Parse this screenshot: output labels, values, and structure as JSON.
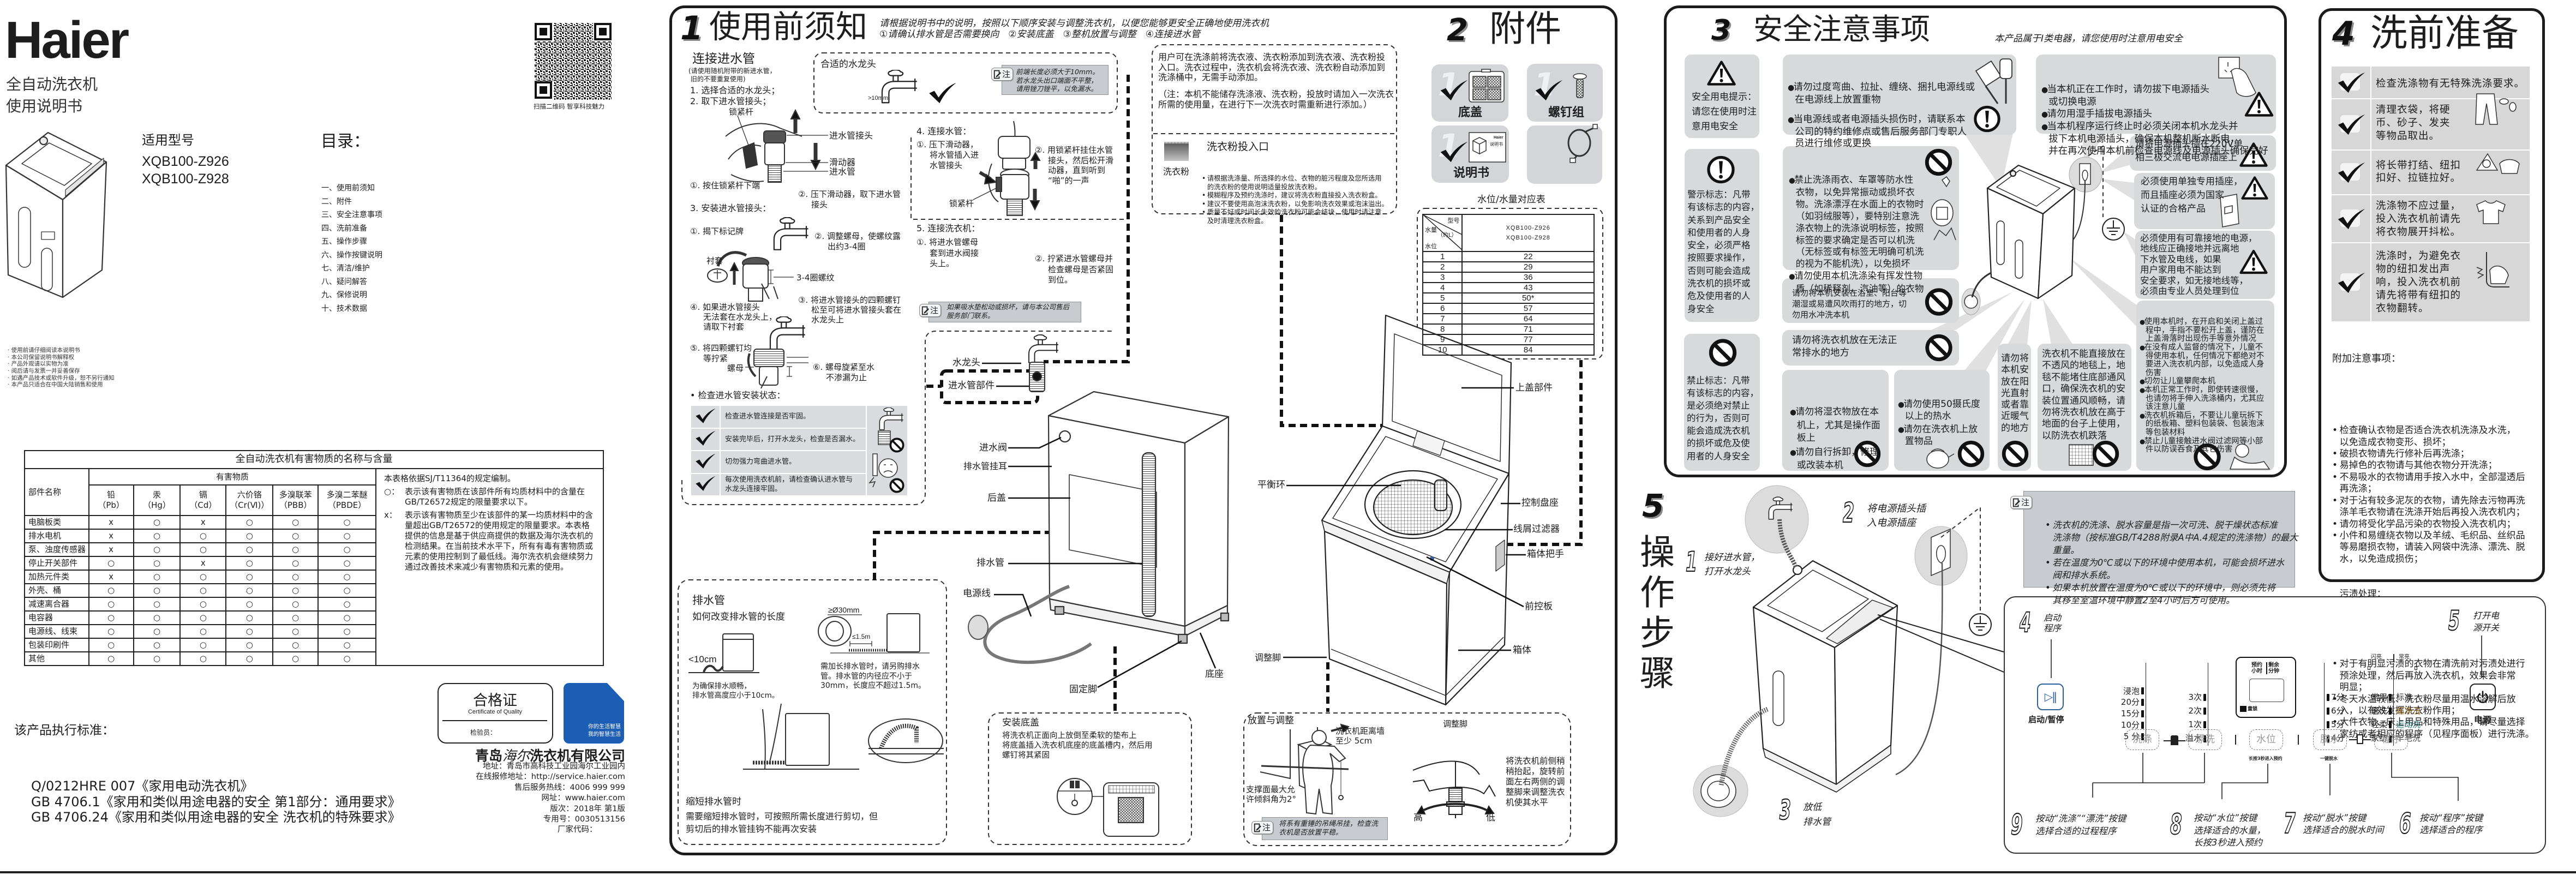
{
  "cover": {
    "brand": "Haier",
    "product_type": "全自动洗衣机",
    "doc_title": "使用说明书",
    "qr_caption": "扫描二维码 智享科技魅力",
    "models_label": "适用型号",
    "models": [
      "XQB100-Z926",
      "XQB100-Z928"
    ],
    "toc_title": "目录：",
    "toc": [
      "一、使用前须知",
      "二、附件",
      "三、安全注意事项",
      "四、洗前准备",
      "五、操作步骤",
      "六、操作按键说明",
      "七、清洁/维护",
      "八、疑问解答",
      "九、保修说明",
      "十、技术数据"
    ],
    "notes": [
      "· 使用前请仔细阅读本说明书",
      "· 本公司保留说明书解释权",
      "· 产品外观请以实物为准",
      "· 阅后请与发票一并妥善保存",
      "· 如遇产品技术或软件升级，恕不另行通知",
      "· 本产品只适合在中国大陆销售和使用"
    ]
  },
  "hazard_table": {
    "title": "全自动洗衣机有害物质的名称与含量",
    "part_header": "部件名称",
    "substance_header": "有害物质",
    "substances": [
      {
        "name": "铅",
        "symbol": "（Pb）"
      },
      {
        "name": "汞",
        "symbol": "（Hg）"
      },
      {
        "name": "镉",
        "symbol": "（Cd）"
      },
      {
        "name": "六价铬",
        "symbol": "（Cr(Ⅵ)）"
      },
      {
        "name": "多溴联苯",
        "symbol": "（PBB）"
      },
      {
        "name": "多溴二苯醚",
        "symbol": "（PBDE）"
      }
    ],
    "rows": [
      {
        "part": "电脑板类",
        "values": [
          "x",
          "○",
          "x",
          "○",
          "○",
          "○"
        ]
      },
      {
        "part": "排水电机",
        "values": [
          "x",
          "○",
          "○",
          "○",
          "○",
          "○"
        ]
      },
      {
        "part": "泵、浊度传感器",
        "values": [
          "x",
          "○",
          "○",
          "○",
          "○",
          "○"
        ]
      },
      {
        "part": "停止开关部件",
        "values": [
          "○",
          "○",
          "x",
          "○",
          "○",
          "○"
        ]
      },
      {
        "part": "加热元件类",
        "values": [
          "x",
          "○",
          "○",
          "○",
          "○",
          "○"
        ]
      },
      {
        "part": "外壳、桶",
        "values": [
          "○",
          "○",
          "○",
          "○",
          "○",
          "○"
        ]
      },
      {
        "part": "减速离合器",
        "values": [
          "○",
          "○",
          "○",
          "○",
          "○",
          "○"
        ]
      },
      {
        "part": "电容器",
        "values": [
          "○",
          "○",
          "○",
          "○",
          "○",
          "○"
        ]
      },
      {
        "part": "电源线、线束",
        "values": [
          "○",
          "○",
          "○",
          "○",
          "○",
          "○"
        ]
      },
      {
        "part": "包装印刷件",
        "values": [
          "○",
          "○",
          "○",
          "○",
          "○",
          "○"
        ]
      },
      {
        "part": "其他",
        "values": [
          "○",
          "○",
          "○",
          "○",
          "○",
          "○"
        ]
      }
    ],
    "basis": "本表格依据SJ/T11364的规定编制。",
    "legend": [
      {
        "mark": "○：",
        "text": "表示该有害物质在该部件所有均质材料中的含量在GB/T26572规定的限量要求以下。"
      },
      {
        "mark": "x：",
        "text": "表示该有害物质至少在该部件的某一均质材料中的含量超出GB/T26572的使用规定的限量要求。本表格提供的信息是基于供应商提供的数据及海尔洗衣机的检测结果。在当前技术水平下，所有有毒有害物质或元素的使用控制到了最低线。海尔洗衣机会继续努力通过改善技术来减少有害物质和元素的使用。"
      }
    ]
  },
  "standards": {
    "title": "该产品执行标准：",
    "items": [
      "Q/0212HRE 007《家用电动洗衣机》",
      "GB 4706.1《家用和类似用途电器的安全 第1部分：通用要求》",
      "GB 4706.24《家用和类似用途电器的安全 洗衣机的特殊要求》"
    ]
  },
  "certificate": {
    "title": "合格证",
    "subtitle": "Certificate of Quality",
    "inspector_label": "检验员："
  },
  "slogan": [
    "你的生活智慧",
    "我的智慧生活"
  ],
  "company": {
    "name_prefix": "青岛",
    "name_brand": "海尔",
    "name_suffix": "洗衣机有限公司",
    "address": "地址：青岛市高科技工业园海尔工业园内",
    "repair_url": "在线报修地址：http://service.haier.com",
    "hotline": "售后服务热线：4006 999 999",
    "website": "网址：www.haier.com",
    "edition": "版次：2018年 第1版",
    "doc_number": "专用号：0030513156",
    "factory_code": "厂家代码："
  },
  "section1": {
    "number": "1",
    "title": "使用前须知",
    "intro": [
      "请根据说明书中的说明，按照以下顺序安装与调整洗衣机，以便您能够更安全正确地使用洗衣机",
      "①请确认排水管是否需要换向　②安装底盖　③整机放置与调整　④连接进水管"
    ],
    "note_label": "注",
    "inlet": {
      "title": "连接进水管",
      "subtitle": [
        "(请使用随机附带的新进水管，",
        " 旧的不要重复使用)"
      ],
      "step1": "1. 选择合适的水龙头；",
      "step2": "2. 取下进水管接头；",
      "lock_lever": "锁紧杆",
      "connector": "进水管接头",
      "slider": "滑动器",
      "hose": "进水管",
      "step2_a": "①. 按住锁紧杆下端",
      "step2_b": [
        "②. 压下滑动器，取下进水管",
        "接头"
      ],
      "step3": "3. 安装进水管接头：",
      "step3_a": "①. 揭下标记牌",
      "step3_b": [
        "②. 调整螺母，使螺纹露",
        "出约3-4圈"
      ],
      "bushing": "衬套",
      "thread_turns": "3-4圈螺纹",
      "step3_c": [
        "③. 将进水管接头的四颗螺钉",
        "松至可将进水管接头套在",
        "水龙头上"
      ],
      "step3_d": [
        "④. 如果进水管接头",
        "无法套在水龙头上，",
        "请取下衬套"
      ],
      "step3_e": [
        "⑤. 将四颗螺钉均",
        "等拧紧"
      ],
      "nut": "螺母",
      "step3_f": [
        "⑥. 螺母旋紧至水",
        "不渗漏为止"
      ],
      "check_title": "• 检查进水管安装状态：",
      "checks": [
        "检查进水管连接是否牢固。",
        "安装完毕后，打开水龙头，检查是否漏水。",
        "切勿强力弯曲进水管。",
        [
          "每次使用洗衣机前，请检查确认进水管与",
          "水龙头连接牢固。"
        ]
      ]
    },
    "faucet": {
      "title": "合适的水龙头",
      "dimension": ">10mm",
      "note": [
        "前端长度必须大于10mm。",
        "若水龙头出口端面不平整，",
        "请用锉刀锉平，以免漏水。"
      ]
    },
    "connect_hose": {
      "title": "4. 连接水管：",
      "a": [
        "①. 压下滑动器，",
        "将水管插入进",
        "水管接头"
      ],
      "b": [
        "②. 用锁紧杆挂住水管",
        "接头，然后松开滑",
        "动器，直到听到",
        "“啪”的一声"
      ],
      "lock_lever": "锁紧杆"
    },
    "connect_machine": {
      "title": "5. 连接洗衣机：",
      "a": [
        "①. 将进水管螺母",
        "套到进水阀接",
        "头上。"
      ],
      "b": [
        "②. 拧紧进水管螺母并",
        "检查螺母是否紧固",
        "到位。"
      ],
      "note": [
        "如果吸水垫松动或损坏，请与本公司售后",
        "服务部门联系。"
      ],
      "tap": "水龙头",
      "hose_assembly": "进水管部件"
    },
    "detergent": {
      "intro": [
        "用户可在洗涤前将洗衣液、洗衣粉添加到洗衣液、洗衣粉投",
        "入口。洗衣过程中，洗衣机会将洗衣液、洗衣粉自动添加到",
        "洗涤桶中，无需手动添加。"
      ],
      "note": [
        "（注：本机不能储存洗涤液、洗衣粉，投放时请加入一次洗衣",
        "所需的使用量，在进行下一次洗衣时需重新进行添加。）"
      ],
      "icon_label": "洗衣粉",
      "title": "洗衣粉投入口",
      "bullets": [
        [
          "请根据洗涤量、所选择的水位、衣物的脏污程度及您所选用",
          "的洗衣粉的使用说明适量投放洗衣粉。"
        ],
        [
          "模糊程序及预约洗涤时，建议将洗衣粉直接投入洗衣粉盒。"
        ],
        [
          "建议不要使用高泡沫洗衣粉，以免影响洗衣效果或泡沫溢出。"
        ],
        [
          "质量不好或时间长失效的洗衣粉可能会结块，使用时请注意",
          "及时清理洗衣粉盒。"
        ]
      ]
    },
    "rear_labels": {
      "inlet_valve": "进水阀",
      "drain_hook": "排水管挂耳",
      "rear_cover": "后盖",
      "drain_hose": "排水管",
      "power_cord": "电源线",
      "base": "底座",
      "fixed_foot": "固定脚"
    },
    "front_labels": {
      "lid": "上盖部件",
      "balance_ring": "平衡环",
      "control_seat": "控制盘座",
      "lint_filter": "线屑过滤器",
      "handle": "箱体把手",
      "front_panel": "前控板",
      "cabinet": "箱体",
      "adjust_foot": "调整脚"
    },
    "drain": {
      "title": "排水管",
      "subtitle": "如何改变排水管的长度",
      "height_limit": "<10cm",
      "height_note": [
        "为确保排水顺畅，",
        "排水管高度应小于10cm。"
      ],
      "diameter": "≥Ø30mm",
      "length_limit": "≤1.5m",
      "extend_note": [
        "需加长排水管时，请另购排水",
        "管。排水管的内径应不小于",
        "30mm，长度应不超过1.5m。"
      ],
      "shorten_title": "缩短排水管时",
      "shorten_note": [
        "需要缩短排水管时，可按照所需长度进行剪切，但",
        "剪切后的排水管挂钩不能再次安装"
      ]
    },
    "bottom_cover": {
      "title": "安装底盖",
      "lines": [
        "将洗衣机正面向上放倒至柔软的垫布上",
        "将底盖插入洗衣机底座的底盖槽内，然后用",
        "螺钉将其紧固"
      ]
    },
    "placement": {
      "title": "放置与调整",
      "wall_gap": [
        "洗衣机距离墙",
        "至少 5cm"
      ],
      "tilt": [
        "支撑面最大允",
        "许倾斜角为2°"
      ],
      "note": [
        "将系有重锤的吊绳吊挂，检查洗",
        "衣机是否放置平稳。"
      ],
      "foot_label": "调整脚",
      "high": "高",
      "low": "低",
      "instructions": [
        "将洗衣机前侧稍",
        "稍抬起，旋转前",
        "面左右两侧的调",
        "整脚来调整洗衣",
        "机使其水平"
      ]
    }
  },
  "section2": {
    "number": "2",
    "title": "附件",
    "accessories": [
      {
        "name": "底盖",
        "qty": "1"
      },
      {
        "name": "螺钉组",
        "qty": "1"
      },
      {
        "name": "说明书",
        "qty": "1"
      }
    ],
    "manual_cover": {
      "brand": "Haier",
      "label": "说明书"
    },
    "water_table": {
      "title": "水位/水量对应表",
      "header_model": "型号",
      "header_volume": "水量",
      "header_unit": "（约L）",
      "header_level": "水位",
      "models": [
        "XQB100-Z926",
        "XQB100-Z928"
      ],
      "rows": [
        {
          "level": "1",
          "volume": "22"
        },
        {
          "level": "2",
          "volume": "29"
        },
        {
          "level": "3",
          "volume": "36"
        },
        {
          "level": "4",
          "volume": "43"
        },
        {
          "level": "5",
          "volume": "50*"
        },
        {
          "level": "6",
          "volume": "57"
        },
        {
          "level": "7",
          "volume": "64"
        },
        {
          "level": "8",
          "volume": "71"
        },
        {
          "level": "9",
          "volume": "77"
        },
        {
          "level": "10",
          "volume": "84"
        }
      ]
    }
  },
  "section3": {
    "number": "3",
    "title": "安全注意事项",
    "subtitle": "本产品属于Ⅰ类电器，请您使用时注意用电安全",
    "legend_warning": [
      "安全用电提示：",
      "请您在使用时注",
      "意用电安全"
    ],
    "legend_caution": [
      "警示标志：凡带",
      "有该标志的内容，",
      "关系到产品安全",
      "和使用者的人身",
      "安全，必须严格",
      "按照要求操作，",
      "否则可能会造成",
      "洗衣机的损坏或",
      "危及使用者的人",
      "身安全"
    ],
    "legend_prohibited": [
      "禁止标志：凡带",
      "有该标志的内容，",
      "是必须绝对禁止",
      "的行为，否则可",
      "能会造成洗衣机",
      "的损坏或危及使",
      "用者的人身安全"
    ],
    "power_cord": [
      [
        "请勿过度弯曲、拉扯、缠绕、捆扎电源线或",
        "在电源线上放置重物"
      ],
      [
        "当电源线或者电源插头损伤时，请联系本",
        "公司的特约维修点或售后服务部门专职人",
        "员进行维修或更换"
      ]
    ],
    "unplugging": [
      [
        "当本机正在工作时，请勿拔下电源插头",
        "或切换电源"
      ],
      [
        "请勿用湿手插拔电源插头"
      ],
      [
        "当本机程序运行终止时必须关闭本机水龙头并",
        "拔下本机电源插头，确保本机整机断水断电，",
        "并在再次使用本机前检查电源线及电源插头确保完好"
      ]
    ],
    "socket_220v": [
      "请将电源插头插在220V单",
      "相三极交流电电源插座上"
    ],
    "dedicated_socket": [
      "必须使用单独专用插座，",
      "而且插座必须为国家",
      "认证的合格产品"
    ],
    "grounding": [
      "必须使用有可靠接地的电源，",
      "地线应正确接地并远离地",
      "下水管及电线，如果",
      "用户家用电不能达到",
      "安全要求，如无接地线等，",
      "必须由专业人员处理到位"
    ],
    "waterproof": [
      [
        "禁止洗涤雨衣、车罩等防水性",
        "衣物，以免异常振动或损坏衣",
        "物。洗涤漂浮在水面上的衣物时",
        "（如羽绒服等），要特别注意洗",
        "涤衣物上的洗涤说明标签，按照",
        "标签的要求确定是否可以机洗",
        "（无标签或有标签无明确可机洗",
        "的视为不能机洗），以免损坏"
      ],
      [
        "请勿使用本机洗涤染有挥发性物",
        "质（如稀释剂、汽油等）的衣物"
      ]
    ],
    "bathroom": [
      "请勿将本机安装在浴室、阳台等",
      "潮湿或易遭风吹雨打的地方，切",
      "勿用水冲洗本机"
    ],
    "drainage": [
      "请勿将洗衣机放在无法正",
      "常排水的地方"
    ],
    "wet_clothes": [
      [
        "请勿将湿衣物放在本",
        "机上，尤其是操作面",
        "板上"
      ],
      [
        "请勿自行拆卸，修理",
        "或改装本机"
      ]
    ],
    "hot_water": [
      [
        "请勿使用50摄氏度",
        "以上的热水"
      ],
      [
        "请勿在洗衣机上放",
        "置物品"
      ]
    ],
    "sunlight": [
      "请勿将",
      "本机安",
      "放在阳",
      "光直射",
      "或者靠",
      "近暖气",
      "的地方"
    ],
    "carpet": [
      "洗衣机不能直接放在",
      "不透风的地毯上，地",
      "毯不能堵住底部通风",
      "口，确保洗衣机的安",
      "装位置通风顺畅，请",
      "勿将洗衣机放在高于",
      "地面的台子上使用，",
      "以防洗衣机跌落"
    ],
    "children": [
      [
        "使用本机时，在开启和关闭上盖过",
        "程中，手指不要松开上盖，谨防在",
        "上盖滑落时出现伤手等意外情况"
      ],
      [
        "在没有成人监督的情况下，儿童不",
        "得使用本机，任何情况下都绝对不",
        "要进入洗衣机内部，以免造成人身",
        "伤害"
      ],
      [
        "切勿让儿童攀爬本机"
      ],
      [
        "本机正常工作时，即使转速很慢，",
        "也请勿将手伸入洗涤桶内，尤其应",
        "该注意儿童"
      ],
      [
        "洗衣机拆箱后，不要让儿童玩拆下",
        "的纸板箱、塑料包装袋、包装泡沫",
        "等包装材料"
      ],
      [
        "禁止儿童接触进水阀过滤网等小部",
        "件以防误吞食及其它伤害"
      ]
    ]
  },
  "section4": {
    "number": "4",
    "title": "洗前准备",
    "checklist": [
      [
        "检查洗涤物有无特殊洗涤要求。"
      ],
      [
        "清理衣袋，将硬",
        "币、砂子、发夹",
        "等物品取出。"
      ],
      [
        "将长带打结、纽扣",
        "扣好、拉链拉好。"
      ],
      [
        "洗涤物不应过量，",
        "投入洗衣机前请先",
        "将衣物展开抖松。"
      ],
      [
        "洗涤时，为避免衣",
        "物的纽扣发出声",
        "响，投入洗衣机前",
        "请先将带有纽扣的",
        "衣物翻转。"
      ]
    ],
    "notes_title": "附加注意事项：",
    "notes": [
      [
        "检查确认衣物是否适合洗衣机洗涤及水洗，",
        "以免造成衣物变形、损坏；"
      ],
      [
        "破损衣物请先行修补后再洗涤；"
      ],
      [
        "易掉色的衣物请与其他衣物分开洗涤；"
      ],
      [
        "不易吸水的衣物请用手按入水中，全部湿透后",
        "再洗涤；"
      ],
      [
        "对于沾有较多泥灰的衣物，请先除去污物再洗",
        "涤羊毛衣物请在洗涤开始后再投入洗衣机内；"
      ],
      [
        "请勿将受化学品污染的衣物投入洗衣机内；"
      ],
      [
        "小件和易缠绕衣物以及羊绒、毛织品、丝织品",
        "等易磨损衣物，请装入网袋中洗涤、漂洗、脱",
        "水，以免造成损伤；"
      ]
    ],
    "stain_title": "污渍处理：",
    "stain_notes": [
      [
        "对于有明显污渍的衣物在清洗前对污渍处进行",
        "预涂处理，然后再放入洗衣机，效果会非常",
        "明显；"
      ],
      [
        "冬天水温较低、洗衣粉尽量用温水溶解后放",
        "入，以有效发挥洗衣粉作用；"
      ],
      [
        "大件衣物、床上用品和特殊用品，请尽量选择",
        "家纺或者相应的程序（见程序面板）进行洗涤。"
      ]
    ]
  },
  "section5": {
    "number": "5",
    "title": "操作步骤",
    "note_label": "注",
    "notes": [
      [
        "洗衣机的洗涤、脱水容量是指一次可洗、脱干燥状态标准",
        "洗涤物（按标准GB/T4288附录A中A.4规定的洗涤物）的最大",
        "重量。"
      ],
      [
        "若在温度为0℃或以下的环境中使用本机，可能会损坏进水",
        "阀和排水系统。"
      ],
      [
        "如果本机放置在温度为0℃或以下的环境中，则必须先将",
        "其移至室温环境中静置2至4小时后方可使用。"
      ]
    ],
    "steps": {
      "s1": {
        "num": "1",
        "lines": [
          "接好进水管，",
          "打开水龙头"
        ]
      },
      "s2": {
        "num": "2",
        "lines": [
          "将电源插头插",
          "入电源插座"
        ]
      },
      "s3": {
        "num": "3",
        "lines": [
          "放低",
          "排水管"
        ]
      },
      "s4": {
        "num": "4",
        "lines": [
          "启动",
          "程序"
        ]
      },
      "s5": {
        "num": "5",
        "lines": [
          "打开电",
          "源开关"
        ]
      },
      "s6": {
        "num": "6",
        "lines": [
          "按动“程序”按键",
          "选择适合的程序"
        ]
      },
      "s7": {
        "num": "7",
        "lines": [
          "按动“脱水”按键",
          "选择适合的脱水时间"
        ]
      },
      "s8": {
        "num": "8",
        "lines": [
          "按动“水位”按键",
          "选择适合的水量，",
          "长按3秒进入预约"
        ]
      },
      "s9": {
        "num": "9",
        "lines": [
          "按动“洗涤”“漂洗”按键",
          "选择合适的过程程序"
        ]
      }
    },
    "panel": {
      "start_pause": "启动/暂停",
      "power": "电源",
      "wash_times": [
        "浸泡",
        "20分",
        "15分",
        "10分",
        "5 分"
      ],
      "rinse_counts": [
        "3次",
        "2次",
        "1次",
        "溢水"
      ],
      "display": {
        "reserve": [
          "预约",
          "小时"
        ],
        "remaining": [
          "剩余",
          "分钟"
        ],
        "child_lock": "童锁"
      },
      "spin_times": [
        "7分",
        "6分",
        "5分",
        "4分"
      ],
      "program_header_flash": "闪亮",
      "program_header_steady": "常亮",
      "programs_flash": [
        "常用",
        "速洗",
        "轻柔",
        "家纺"
      ],
      "programs_steady": [
        {
          "label": "标准",
          "color": "#2a2a2a"
        },
        {
          "label": "超净洗",
          "color": "#9a6a1e"
        },
        {
          "label": "运动洗",
          "color": "#2f7d82"
        },
        {
          "label": "羊毛洗",
          "color": "#4a4a4a"
        }
      ],
      "buttons": [
        "洗涤",
        "漂洗",
        "水位",
        "脱水",
        "程序"
      ],
      "hint_water_level": "长按3秒进入预约",
      "hint_spin": "一键脱水"
    }
  }
}
